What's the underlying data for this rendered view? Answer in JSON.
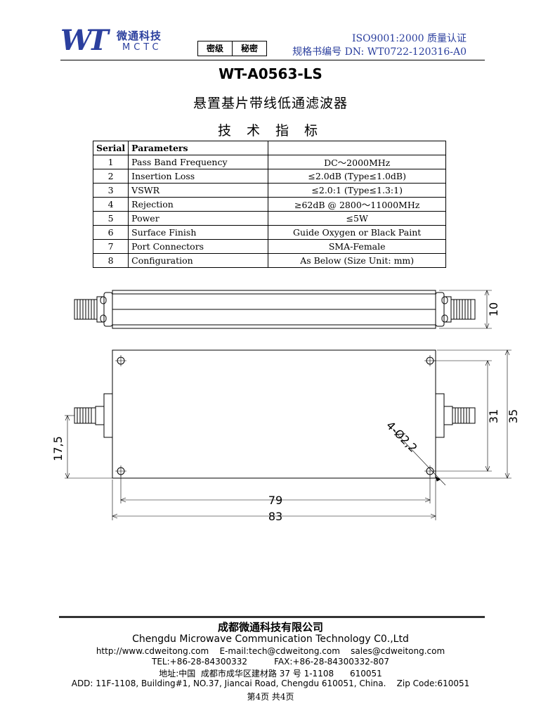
{
  "header": {
    "logo_mark": "WT",
    "logo_cn": "微通科技",
    "logo_en": "MCTC",
    "secret_label_1": "密级",
    "secret_label_2": "秘密",
    "iso_line": "ISO9001:2000  质量认证",
    "spec_number": "规格书编号  DN: WT0722-120316-A0",
    "brand_color": "#2b3f9e"
  },
  "doc": {
    "title": "WT-A0563-LS",
    "subtitle": "悬置基片带线低通滤波器",
    "spec_heading": "技 术 指 标"
  },
  "table": {
    "headers": [
      "Serial",
      "Parameters",
      ""
    ],
    "rows": [
      {
        "serial": "1",
        "param": "Pass Band Frequency",
        "value": "DC～2000MHz"
      },
      {
        "serial": "2",
        "param": "Insertion Loss",
        "value": "≤2.0dB (Type≤1.0dB)"
      },
      {
        "serial": "3",
        "param": "VSWR",
        "value": "≤2.0:1 (Type≤1.3:1)"
      },
      {
        "serial": "4",
        "param": "Rejection",
        "value": "≥62dB @ 2800～11000MHz"
      },
      {
        "serial": "5",
        "param": "Power",
        "value": "≤5W"
      },
      {
        "serial": "6",
        "param": "Surface Finish",
        "value": "Guide Oxygen or Black Paint"
      },
      {
        "serial": "7",
        "param": "Port Connectors",
        "value": "SMA-Female"
      },
      {
        "serial": "8",
        "param": "Configuration",
        "value": "As Below (Size Unit: mm)"
      }
    ]
  },
  "drawing": {
    "dim_height_side": "10",
    "dim_hole_spacing_v": "31",
    "dim_height_top": "35",
    "dim_connector_offset": "17,5",
    "dim_holes": "4-Ø2,2",
    "dim_hole_spacing_h": "79",
    "dim_length": "83"
  },
  "footer": {
    "company_cn": "成都微通科技有限公司",
    "company_en": "Chengdu Microwave Communication Technology C0.,Ltd",
    "web_email": "http://www.cdweitong.com    E-mail:tech@cdweitong.com    sales@cdweitong.com",
    "tel_fax": "TEL:+86-28-84300332          FAX:+86-28-84300332-807",
    "address_cn": "地址:中国  成都市成华区建材路 37 号 1-1108      610051",
    "address_en": "ADD: 11F-1108, Building#1, NO.37, Jiancai Road, Chengdu 610051, China.    Zip Code:610051",
    "page": "第4页  共4页"
  }
}
